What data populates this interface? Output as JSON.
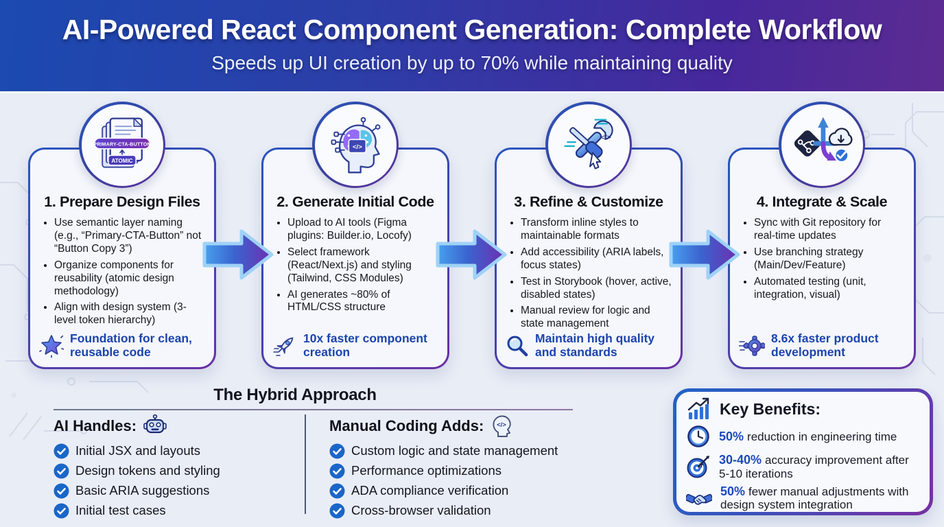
{
  "header": {
    "title": "AI-Powered React Component Generation: Complete Workflow",
    "subtitle": "Speeds up UI creation by up to 70% while maintaining quality"
  },
  "steps": [
    {
      "title": "1. Prepare Design Files",
      "icon": "design-files-icon",
      "icon_labels": [
        "PRIMARY-CTA-BUTTON",
        "ATOMIC"
      ],
      "bullets": [
        "Use semantic layer naming (e.g., “Primary-CTA-Button” not “Button Copy 3”)",
        "Organize components for reusability (atomic design methodology)",
        "Align with design system (3-level token hierarchy)"
      ],
      "highlight": {
        "icon": "star-icon",
        "text": "Foundation for clean, reusable code"
      }
    },
    {
      "title": "2. Generate Initial Code",
      "icon": "ai-head-icon",
      "bullets": [
        "Upload to AI tools (Figma plugins: Builder.io, Locofy)",
        "Select framework (React/Next.js) and styling (Tailwind, CSS Modules)",
        "AI generates ~80% of HTML/CSS structure"
      ],
      "highlight": {
        "icon": "rocket-icon",
        "text": "10x faster component creation"
      }
    },
    {
      "title": "3. Refine & Customize",
      "icon": "tools-icon",
      "bullets": [
        "Transform inline styles to maintainable formats",
        "Add accessibility (ARIA labels, focus states)",
        "Test in Storybook (hover, active, disabled states)",
        "Manual review for logic and state management"
      ],
      "highlight": {
        "icon": "magnifier-icon",
        "text": "Maintain high quality and standards"
      }
    },
    {
      "title": "4. Integrate & Scale",
      "icon": "git-flow-icon",
      "bullets": [
        "Sync with Git repository for real-time updates",
        "Use branching strategy (Main/Dev/Feature)",
        "Automated testing (unit, integration, visual)"
      ],
      "highlight": {
        "icon": "gear-icon",
        "text": "8.6x faster product development"
      }
    }
  ],
  "hybrid": {
    "title": "The Hybrid Approach",
    "columns": [
      {
        "heading": "AI Handles:",
        "icon": "robot-icon",
        "items": [
          "Initial JSX and layouts",
          "Design tokens and styling",
          "Basic ARIA suggestions",
          "Initial test cases"
        ]
      },
      {
        "heading": "Manual Coding Adds:",
        "icon": "head-code-icon",
        "items": [
          "Custom logic and state management",
          "Performance optimizations",
          "ADA compliance verification",
          "Cross-browser validation"
        ]
      }
    ]
  },
  "benefits": {
    "heading": "Key Benefits:",
    "icon": "growth-chart-icon",
    "items": [
      {
        "icon": "clock-icon",
        "value": "50%",
        "text": "reduction in engineering time"
      },
      {
        "icon": "target-icon",
        "value": "30-40%",
        "text": "accuracy improvement after 5-10 iterations"
      },
      {
        "icon": "handshake-icon",
        "value": "50%",
        "text": "fewer manual adjustments with design system integration"
      }
    ]
  },
  "glyphs": {
    "code": "</>"
  },
  "colors": {
    "header_gradient_start": "#1b4ab0",
    "header_gradient_end": "#5c2b91",
    "accent_blue": "#1d49bd",
    "arrow_blue": "#47a0ee",
    "arrow_purple": "#6d2fb0",
    "check_blue": "#1a66c9",
    "card_border_blue": "#2b55c0",
    "card_border_purple": "#6b2fa5",
    "background": "#e9edf6"
  }
}
